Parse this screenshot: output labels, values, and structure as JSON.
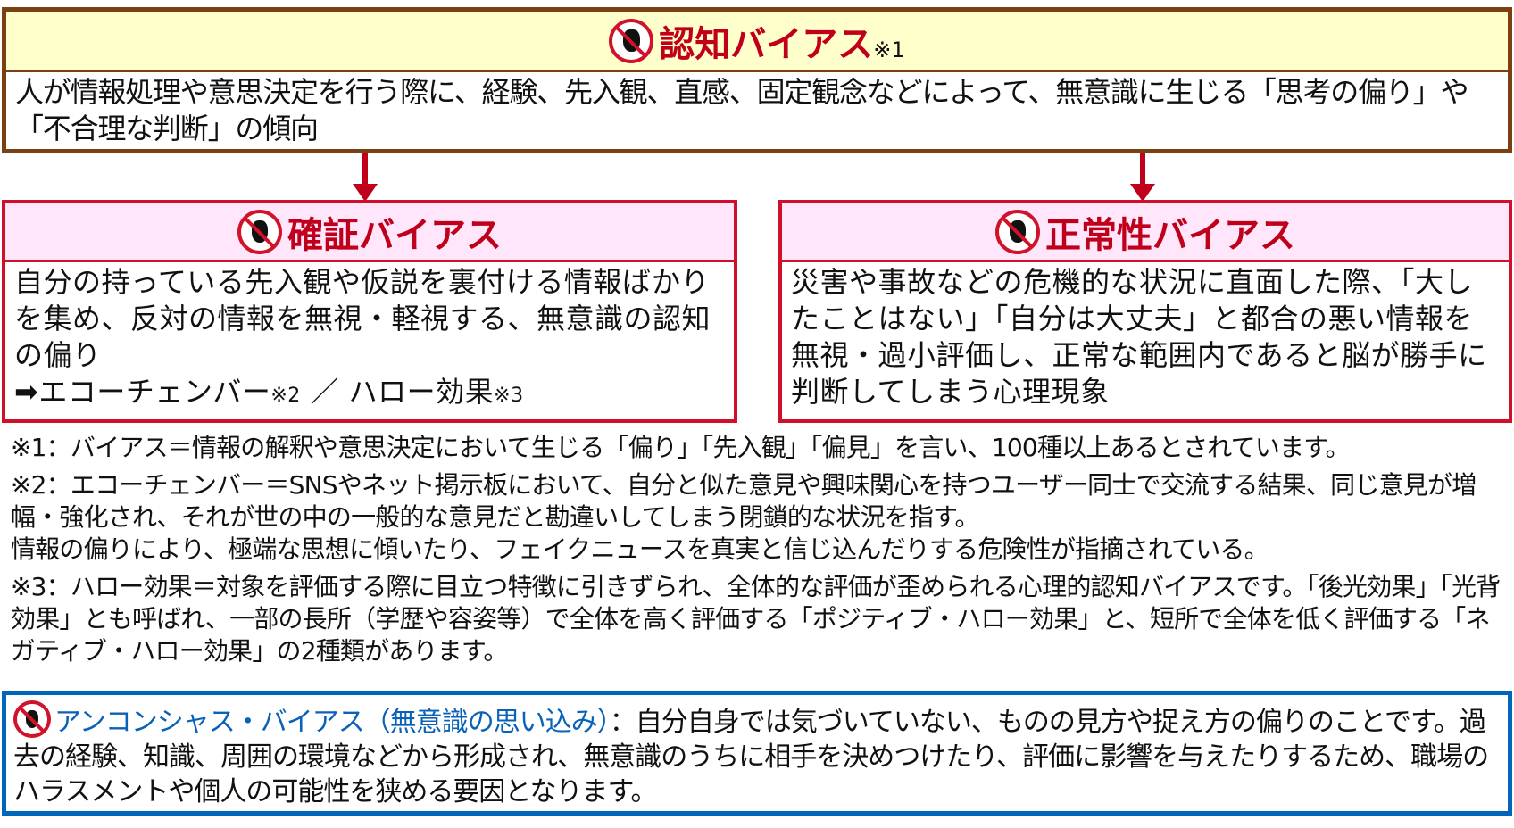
{
  "cognitive_bias": {
    "title": "認知バイアス",
    "note_mark": "※1",
    "description": "人が情報処理や意思決定を行う際に、経験、先入観、直感、固定観念などによって、無意識に生じる「思考の偏り」や「不合理な判断」の傾向"
  },
  "confirmation_bias": {
    "title": "確証バイアス",
    "description": "自分の持っている先入観や仮説を裏付ける情報ばかりを集め、反対の情報を無視・軽視する、無意識の認知の偏り",
    "related_prefix": "➡エコーチェンバー",
    "related_mark1": "※2",
    "separator": " ／ ",
    "related2": "ハロー効果",
    "related_mark2": "※3"
  },
  "normalcy_bias": {
    "title": "正常性バイアス",
    "description": "災害や事故などの危機的な状況に直面した際、「大したことはない」「自分は大丈夫」と都合の悪い情報を無視・過小評価し、正常な範囲内であると脳が勝手に判断してしまう心理現象"
  },
  "notes": [
    "※1：バイアス＝情報の解釈や意思決定において生じる「偏り」「先入観」「偏見」を言い、100種以上あるとされています。",
    "※2：エコーチェンバー＝SNSやネット掲示板において、自分と似た意見や興味関心を持つユーザー同士で交流する結果、同じ意見が増幅・強化され、それが世の中の一般的な意見だと勘違いしてしまう閉鎖的な状況を指す。",
    "情報の偏りにより、極端な思想に傾いたり、フェイクニュースを真実と信じ込んだりする危険性が指摘されている。",
    "※3：ハロー効果＝対象を評価する際に目立つ特徴に引きずられ、全体的な評価が歪められる心理的認知バイアスです。「後光効果」「光背効果」とも呼ばれ、一部の長所（学歴や容姿等）で全体を高く評価する「ポジティブ・ハロー効果」と、短所で全体を低く評価する「ネガティブ・ハロー効果」の2種類があります。"
  ],
  "unconscious_bias": {
    "term": "アンコンシャス・バイアス（無意識の思い込み）",
    "description": "：自分自身では気づいていない、ものの見方や捉え方の偏りのことです。過去の経験、知識、周囲の環境などから形成され、無意識のうちに相手を決めつけたり、評価に影響を与えたりするため、職場のハラスメントや個人の可能性を狭める要因となります。"
  },
  "icons": {
    "stop_hand": "stop-hand-icon"
  },
  "colors": {
    "red": "#c0001a",
    "brown": "#7a3f12",
    "blue": "#0066bb",
    "yellow": "#ffffcc",
    "pink": "#ffe6fa"
  }
}
